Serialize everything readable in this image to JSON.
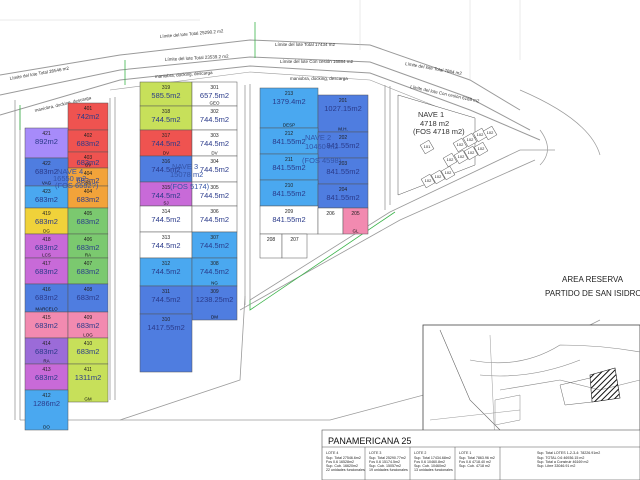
{
  "roads": {
    "limit_lote4": "Límite del lote Total 25290.2 m2",
    "limit_lote2": "Límite del lote Total 17434 m2",
    "limit_lote1": "Límite del lote Total 7864 m2",
    "limit_lote3": "Límite del lote Total 23539.2 m2",
    "limit_cv": "Límite del lote Con cesión 16884 m2",
    "limit_small": "Límite del lote Total 26546 m2",
    "lim_nave1": "Límite del lote Con cesión 6188 m2",
    "man_west": "maniobra, docking, descarga",
    "man_mid": "maniobra, docking, descarga",
    "man_east": "maniobra, docking, descarga"
  },
  "area": {
    "title": "AREA RESERVA",
    "subtitle": "PARTIDO DE SAN ISIDRO"
  },
  "naves": [
    {
      "id": "nave4",
      "name": "NAVE 4",
      "area": "16550 m2",
      "fos": "(FOS 6552?)"
    },
    {
      "id": "nave3",
      "name": "NAVE 3",
      "area": "15078 m2",
      "fos": "(FOS 5174)"
    },
    {
      "id": "nave2",
      "name": "NAVE 2",
      "area": "10460 m2",
      "fos": "(FOS 4598)"
    },
    {
      "id": "nave1",
      "name": "NAVE 1",
      "area": "4718 m2",
      "fos": "(FOS 4718 m2)"
    }
  ],
  "lots": [
    {
      "id": "401",
      "area": "742m2",
      "color": "#ef5350"
    },
    {
      "id": "421",
      "area": "892m2",
      "color": "#a78bfa"
    },
    {
      "id": "402",
      "area": "683m2",
      "color": "#ef5350"
    },
    {
      "id": "403",
      "area": "683m2",
      "color": "#ef5350"
    },
    {
      "id": "422",
      "area": "683m2",
      "color": "#4f7de0"
    },
    {
      "id": "404",
      "area": "683m2",
      "color": "#f2a33a"
    },
    {
      "id": "423",
      "area": "683m2",
      "color": "#4aa8f0"
    },
    {
      "id": "419",
      "area": "683m2",
      "color": "#f0d23a"
    },
    {
      "id": "405",
      "area": "683m2",
      "color": "#7bc96f"
    },
    {
      "id": "418",
      "area": "683m2",
      "color": "#c86ad8"
    },
    {
      "id": "406",
      "area": "683m2",
      "color": "#7bc96f"
    },
    {
      "id": "417",
      "area": "683m2",
      "color": "#c86ad8"
    },
    {
      "id": "407",
      "area": "683m2",
      "color": "#7bc96f"
    },
    {
      "id": "416",
      "area": "683m2",
      "color": "#4f7de0"
    },
    {
      "id": "408",
      "area": "683m2",
      "color": "#4f7de0"
    },
    {
      "id": "415",
      "area": "683m2",
      "color": "#f28ab0"
    },
    {
      "id": "409",
      "area": "683m2",
      "color": "#f28ab0"
    },
    {
      "id": "414",
      "area": "683m2",
      "color": "#9b6bd8"
    },
    {
      "id": "410",
      "area": "683m2",
      "color": "#c7e05a"
    },
    {
      "id": "413",
      "area": "683m2",
      "color": "#c86ad8"
    },
    {
      "id": "411",
      "area": "1311m2",
      "color": "#c7e05a"
    },
    {
      "id": "412",
      "area": "1286m2",
      "color": "#4aa8f0"
    },
    {
      "id": "319",
      "area": "585.5m2",
      "color": "#c7e05a"
    },
    {
      "id": "301",
      "area": "657.5m2",
      "color": "#ffffff"
    },
    {
      "id": "318",
      "area": "744.5m2",
      "color": "#c7e05a"
    },
    {
      "id": "302",
      "area": "744.5m2",
      "color": "#ffffff"
    },
    {
      "id": "317",
      "area": "744.5m2",
      "color": "#ef5350"
    },
    {
      "id": "303",
      "area": "744.5m2",
      "color": "#ffffff"
    },
    {
      "id": "316",
      "area": "744.5m2",
      "color": "#4f7de0"
    },
    {
      "id": "304",
      "area": "744.5m2",
      "color": "#ffffff"
    },
    {
      "id": "315",
      "area": "744.5m2",
      "color": "#c86ad8"
    },
    {
      "id": "305",
      "area": "744.5m2",
      "color": "#ffffff"
    },
    {
      "id": "314",
      "area": "744.5m2",
      "color": "#ffffff"
    },
    {
      "id": "306",
      "area": "744.5m2",
      "color": "#ffffff"
    },
    {
      "id": "313",
      "area": "744.5m2",
      "color": "#ffffff"
    },
    {
      "id": "307",
      "area": "744.5m2",
      "color": "#4aa8f0"
    },
    {
      "id": "312",
      "area": "744.5m2",
      "color": "#4aa8f0"
    },
    {
      "id": "308",
      "area": "744.5m2",
      "color": "#4aa8f0"
    },
    {
      "id": "311",
      "area": "744.5m2",
      "color": "#4f7de0"
    },
    {
      "id": "309",
      "area": "1238.25m2",
      "color": "#4f7de0"
    },
    {
      "id": "310",
      "area": "1417.55m2",
      "color": "#4f7de0"
    },
    {
      "id": "213",
      "area": "1379.4m2",
      "color": "#4aa8f0"
    },
    {
      "id": "201",
      "area": "1027.15m2",
      "color": "#4f7de0"
    },
    {
      "id": "212",
      "area": "841.55m2",
      "color": "#4aa8f0"
    },
    {
      "id": "202",
      "area": "841.55m2",
      "color": "#4f7de0"
    },
    {
      "id": "211",
      "area": "841.55m2",
      "color": "#4aa8f0"
    },
    {
      "id": "203",
      "area": "841.55m2",
      "color": "#4f7de0"
    },
    {
      "id": "210",
      "area": "841.55m2",
      "color": "#4aa8f0"
    },
    {
      "id": "204",
      "area": "841.55m2",
      "color": "#4f7de0"
    },
    {
      "id": "209",
      "area": "841.55m2",
      "color": "#ffffff"
    },
    {
      "id": "206",
      "area": "",
      "color": "#ffffff"
    },
    {
      "id": "205",
      "area": "",
      "color": "#f28ab0"
    },
    {
      "id": "208",
      "area": "",
      "color": "#ffffff"
    },
    {
      "id": "207",
      "area": "",
      "color": "#ffffff"
    }
  ],
  "owners": [
    "VAG",
    "GV",
    "SJ",
    "DG",
    "LCS",
    "RA",
    "MARCELO",
    "LOG",
    "RA",
    "GM",
    "DO",
    "GEO",
    "DV",
    "DV",
    "SJ",
    "NG",
    "DM",
    "DESP",
    "M.H.",
    "GL"
  ],
  "small_lots": [
    "101",
    "102",
    "102",
    "102",
    "102",
    "102",
    "102",
    "102",
    "102",
    "102",
    "102",
    "102"
  ],
  "panel": {
    "title": "PANAMERICANA 25",
    "lote4": "LOTE 4",
    "lote4_lines": [
      "Sup. Total 27546.6m2",
      "Fos 0.6 16528m2",
      "Sup. Cub. 16620m2",
      "22 unidades funcionales"
    ],
    "lote3": "LOTE 3",
    "lote3_lines": [
      "Sup. Total 25290.77m2",
      "Fos 0.6 15174.5m2",
      "Sup. Cub. 15057m2",
      "19 unidades funcionales"
    ],
    "lote2": "LOTE 2",
    "lote2_lines": [
      "Sup. Total 17434.68m2",
      "Fos 0.6 10460.8m2",
      "Sup. Cub. 10460m2",
      "13 unidades funcionales"
    ],
    "lote1": "LOTE 1",
    "lote1_lines": [
      "Sup. Total 7863.96 m2",
      "Fos 0.6 4718.40 m2",
      "Sup. Cub. 4718 m2"
    ],
    "summary_lines": [
      "Sup. Total LOTES 1-2-3-4: 78226.91m2",
      "Sup. TOTAL 0.6 46936.15 m2",
      "Sup. Total a Construir 46169 m2",
      "Sup. Libre 33046.91 m2"
    ]
  },
  "colors": {
    "road": "#9a9a9a",
    "green_line": "#3cb44b"
  }
}
